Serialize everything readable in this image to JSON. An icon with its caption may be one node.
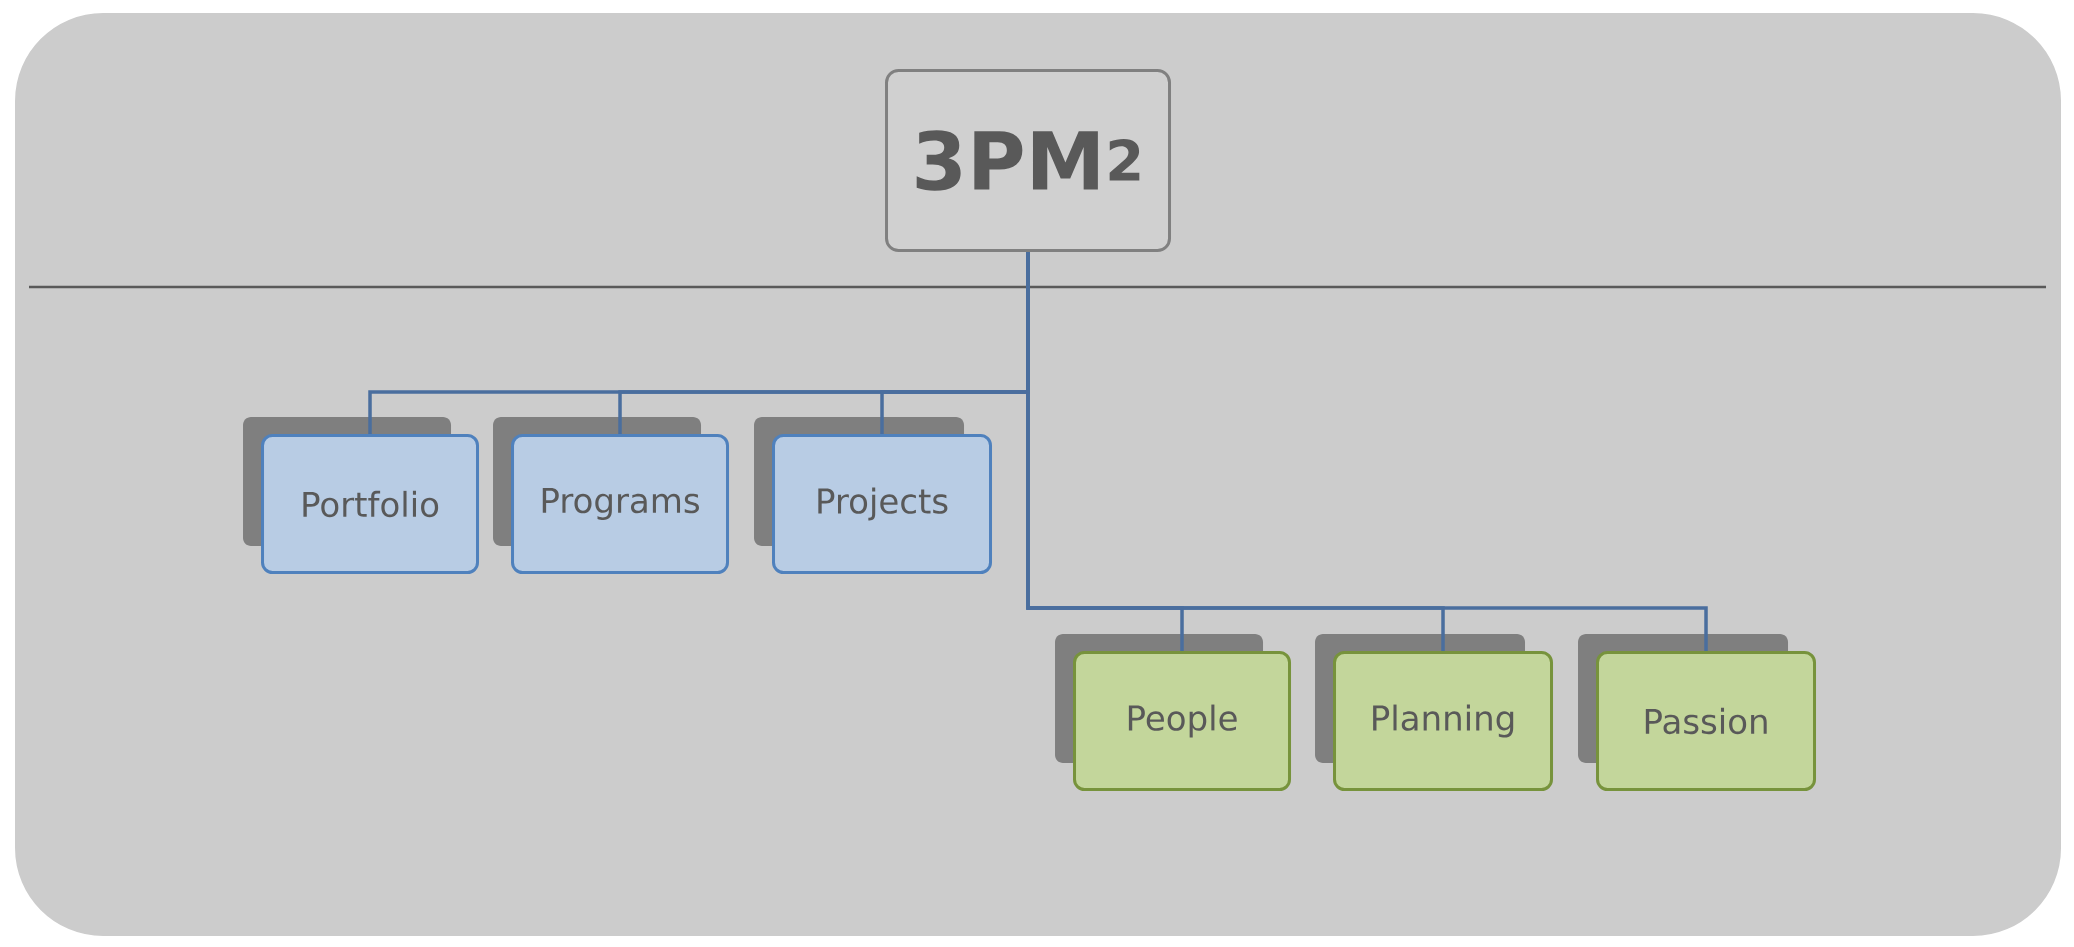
{
  "diagram": {
    "nodes": [
      {
        "text": [
          "3PM$^{2}$"
        ]
      },
      {
        "text": [
          "Portfolio"
        ]
      },
      {
        "text": [
          "Programs"
        ]
      },
      {
        "text": [
          "Projects"
        ]
      },
      {
        "text": [
          "People"
        ]
      },
      {
        "text": [
          "Planning"
        ]
      },
      {
        "text": [
          "Passion"
        ]
      }
    ],
    "edges": [
      {
        "from": 0,
        "to": 1,
        "arrow": "none"
      },
      {
        "from": 0,
        "to": 2,
        "arrow": "none"
      },
      {
        "from": 0,
        "to": 3,
        "arrow": "none"
      },
      {
        "from": 0,
        "to": 4,
        "arrow": "none"
      },
      {
        "from": 0,
        "to": 5,
        "arrow": "none"
      },
      {
        "from": 0,
        "to": 6,
        "arrow": "none"
      }
    ]
  }
}
